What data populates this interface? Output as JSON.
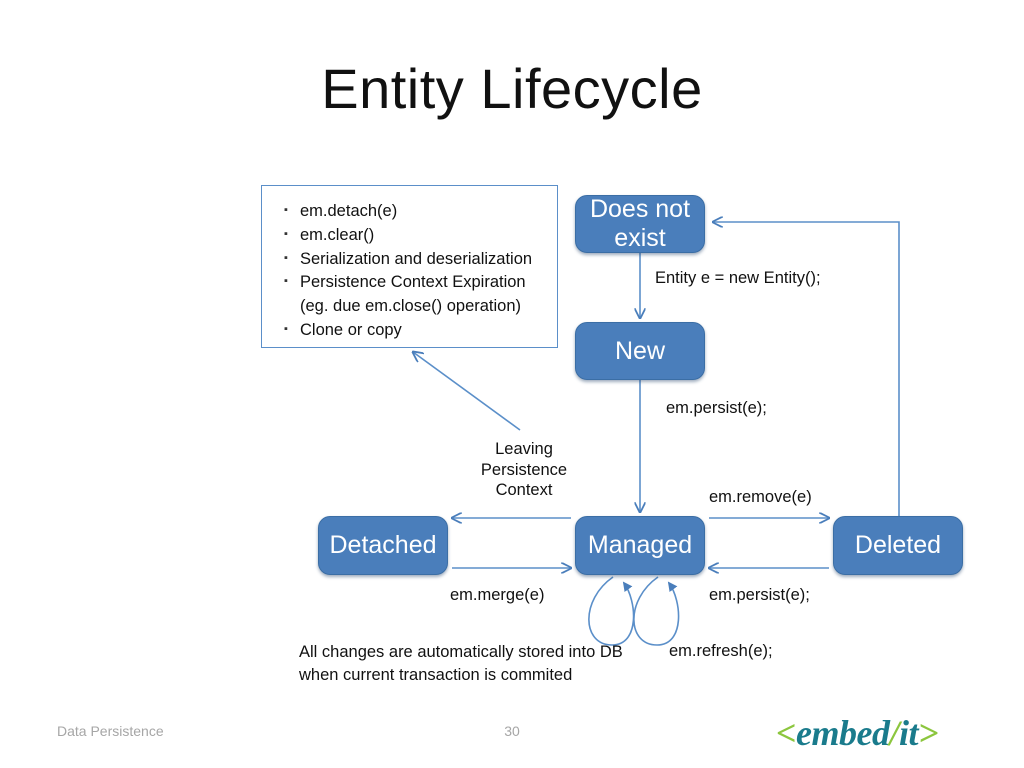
{
  "slide": {
    "title": "Entity Lifecycle"
  },
  "notes": {
    "bullet_glyph": "▪",
    "items": [
      {
        "text": "em.detach(e)"
      },
      {
        "text": "em.clear()"
      },
      {
        "text": "Serialization and deserialization"
      },
      {
        "text": "Persistence Context Expiration",
        "sub": "(eg. due em.close() operation)"
      },
      {
        "text": "Clone or copy"
      }
    ]
  },
  "states": [
    {
      "id": "does-not-exist",
      "label": "Does not\nexist"
    },
    {
      "id": "new",
      "label": "New"
    },
    {
      "id": "detached",
      "label": "Detached"
    },
    {
      "id": "managed",
      "label": "Managed"
    },
    {
      "id": "deleted",
      "label": "Deleted"
    }
  ],
  "edge_labels": {
    "entity_new": "Entity e = new Entity();",
    "em_persist_1": "em.persist(e);",
    "leaving_context": "Leaving Persistence Context",
    "em_remove": "em.remove(e)",
    "em_merge": "em.merge(e)",
    "em_persist_2": "em.persist(e);",
    "em_refresh": "em.refresh(e);",
    "all_changes": "All changes are automatically stored into DB when current transaction is commited"
  },
  "footer": {
    "left": "Data Persistence",
    "page": "30",
    "logo": {
      "open": "<",
      "word1": "embed",
      "slash": "/",
      "word2": "it",
      "close": ">"
    }
  },
  "colors": {
    "box_fill": "#4a7ebb",
    "box_stroke": "#3b6ea5",
    "connector": "#5b8fc9",
    "text": "#111111",
    "footer_text": "#a6a6a6",
    "logo_green": "#8cc63e",
    "logo_teal": "#1a7b8c"
  }
}
